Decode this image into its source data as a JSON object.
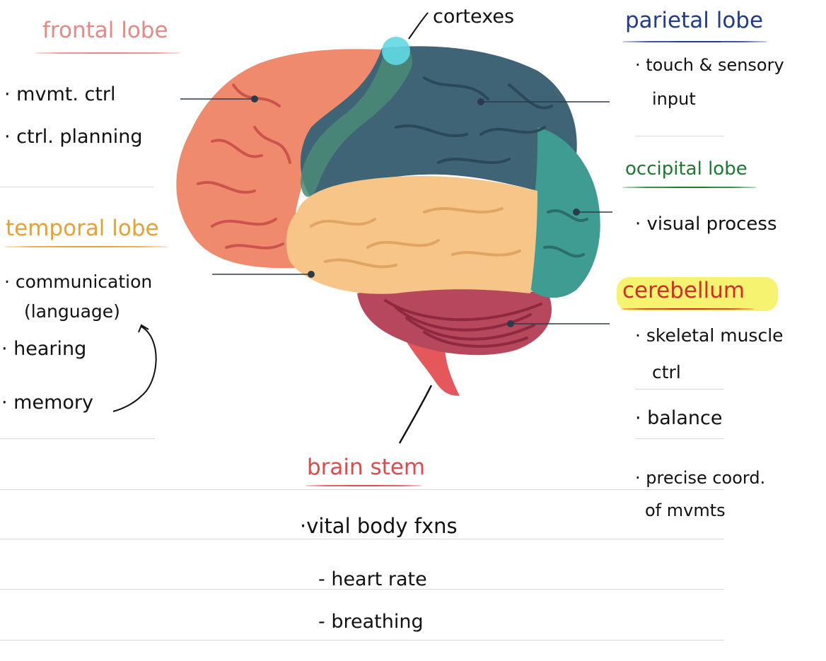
{
  "labels": {
    "cortexes": "cortexes",
    "frontal": {
      "title": "frontal lobe",
      "notes": [
        "· mvmt. ctrl",
        "· ctrl. planning"
      ]
    },
    "temporal": {
      "title": "temporal lobe",
      "notes": [
        "· communication",
        "(language)",
        "· hearing",
        "· memory"
      ]
    },
    "parietal": {
      "title": "parietal lobe",
      "notes": [
        "· touch & sensory",
        "input"
      ]
    },
    "occipital": {
      "title": "occipital lobe",
      "notes": [
        "· visual process"
      ]
    },
    "cerebellum": {
      "title": "cerebellum",
      "notes": [
        "· skeletal muscle",
        "ctrl",
        "· balance",
        "· precise coord.",
        "of mvmts"
      ]
    },
    "brainstem": {
      "title": "brain stem",
      "notes": [
        "·vital body fxns",
        "- heart rate",
        "- breathing"
      ]
    }
  },
  "colors": {
    "frontal": "#f08a6c",
    "temporal": "#f7c587",
    "parietal": "#3f6475",
    "occipital": "#3f9c93",
    "cerebellum": "#b7475c",
    "brainstem": "#e4575a",
    "highlight": "#f5f157"
  }
}
